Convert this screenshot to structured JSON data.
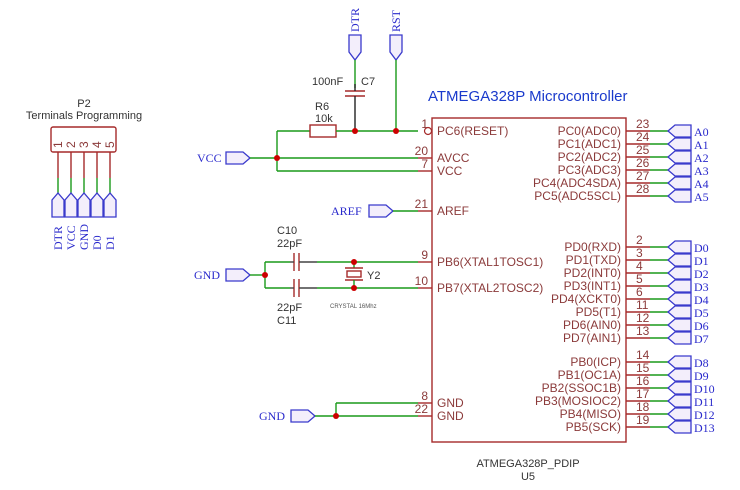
{
  "title": "ATMEGA328P Microcontroller",
  "chip": {
    "part": "ATMEGA328P_PDIP",
    "ref": "U5",
    "left_pins": [
      {
        "num": "1",
        "name": "PC6(RESET)"
      },
      {
        "num": "20",
        "name": "AVCC"
      },
      {
        "num": "7",
        "name": "VCC"
      },
      {
        "num": "21",
        "name": "AREF"
      },
      {
        "num": "9",
        "name": "PB6(XTAL1TOSC1)"
      },
      {
        "num": "10",
        "name": "PB7(XTAL2TOSC2)"
      },
      {
        "num": "8",
        "name": "GND"
      },
      {
        "num": "22",
        "name": "GND"
      }
    ],
    "right_pins": [
      {
        "num": "23",
        "name": "PC0(ADC0)",
        "net": "A0"
      },
      {
        "num": "24",
        "name": "PC1(ADC1)",
        "net": "A1"
      },
      {
        "num": "25",
        "name": "PC2(ADC2)",
        "net": "A2"
      },
      {
        "num": "26",
        "name": "PC3(ADC3)",
        "net": "A3"
      },
      {
        "num": "27",
        "name": "PC4(ADC4SDA)",
        "net": "A4"
      },
      {
        "num": "28",
        "name": "PC5(ADC5SCL)",
        "net": "A5"
      },
      {
        "num": "2",
        "name": "PD0(RXD)",
        "net": "D0"
      },
      {
        "num": "3",
        "name": "PD1(TXD)",
        "net": "D1"
      },
      {
        "num": "4",
        "name": "PD2(INT0)",
        "net": "D2"
      },
      {
        "num": "5",
        "name": "PD3(INT1)",
        "net": "D3"
      },
      {
        "num": "6",
        "name": "PD4(XCKT0)",
        "net": "D4"
      },
      {
        "num": "11",
        "name": "PD5(T1)",
        "net": "D5"
      },
      {
        "num": "12",
        "name": "PD6(AIN0)",
        "net": "D6"
      },
      {
        "num": "13",
        "name": "PD7(AIN1)",
        "net": "D7"
      },
      {
        "num": "14",
        "name": "PB0(ICP)",
        "net": "D8"
      },
      {
        "num": "15",
        "name": "PB1(OC1A)",
        "net": "D9"
      },
      {
        "num": "16",
        "name": "PB2(SSOC1B)",
        "net": "D10"
      },
      {
        "num": "17",
        "name": "PB3(MOSIOC2)",
        "net": "D11"
      },
      {
        "num": "18",
        "name": "PB4(MISO)",
        "net": "D12"
      },
      {
        "num": "19",
        "name": "PB5(SCK)",
        "net": "D13"
      }
    ]
  },
  "connector": {
    "ref": "P2",
    "name": "Terminals Programming",
    "pins": [
      "1",
      "2",
      "3",
      "4",
      "5"
    ],
    "nets": [
      "DTR",
      "VCC",
      "GND",
      "D0",
      "D1"
    ]
  },
  "components": {
    "r6": {
      "ref": "R6",
      "value": "10k"
    },
    "c7": {
      "ref": "C7",
      "value": "100nF"
    },
    "c10": {
      "ref": "C10",
      "value": "22pF"
    },
    "c11": {
      "ref": "C11",
      "value": "22pF"
    },
    "y2": {
      "ref": "Y2",
      "value": "CRYSTAL 16Mhz"
    }
  },
  "net_labels": {
    "dtr": "DTR",
    "rst": "RST",
    "vcc": "VCC",
    "aref": "AREF",
    "gnd_xtal": "GND",
    "gnd_chip": "GND"
  }
}
